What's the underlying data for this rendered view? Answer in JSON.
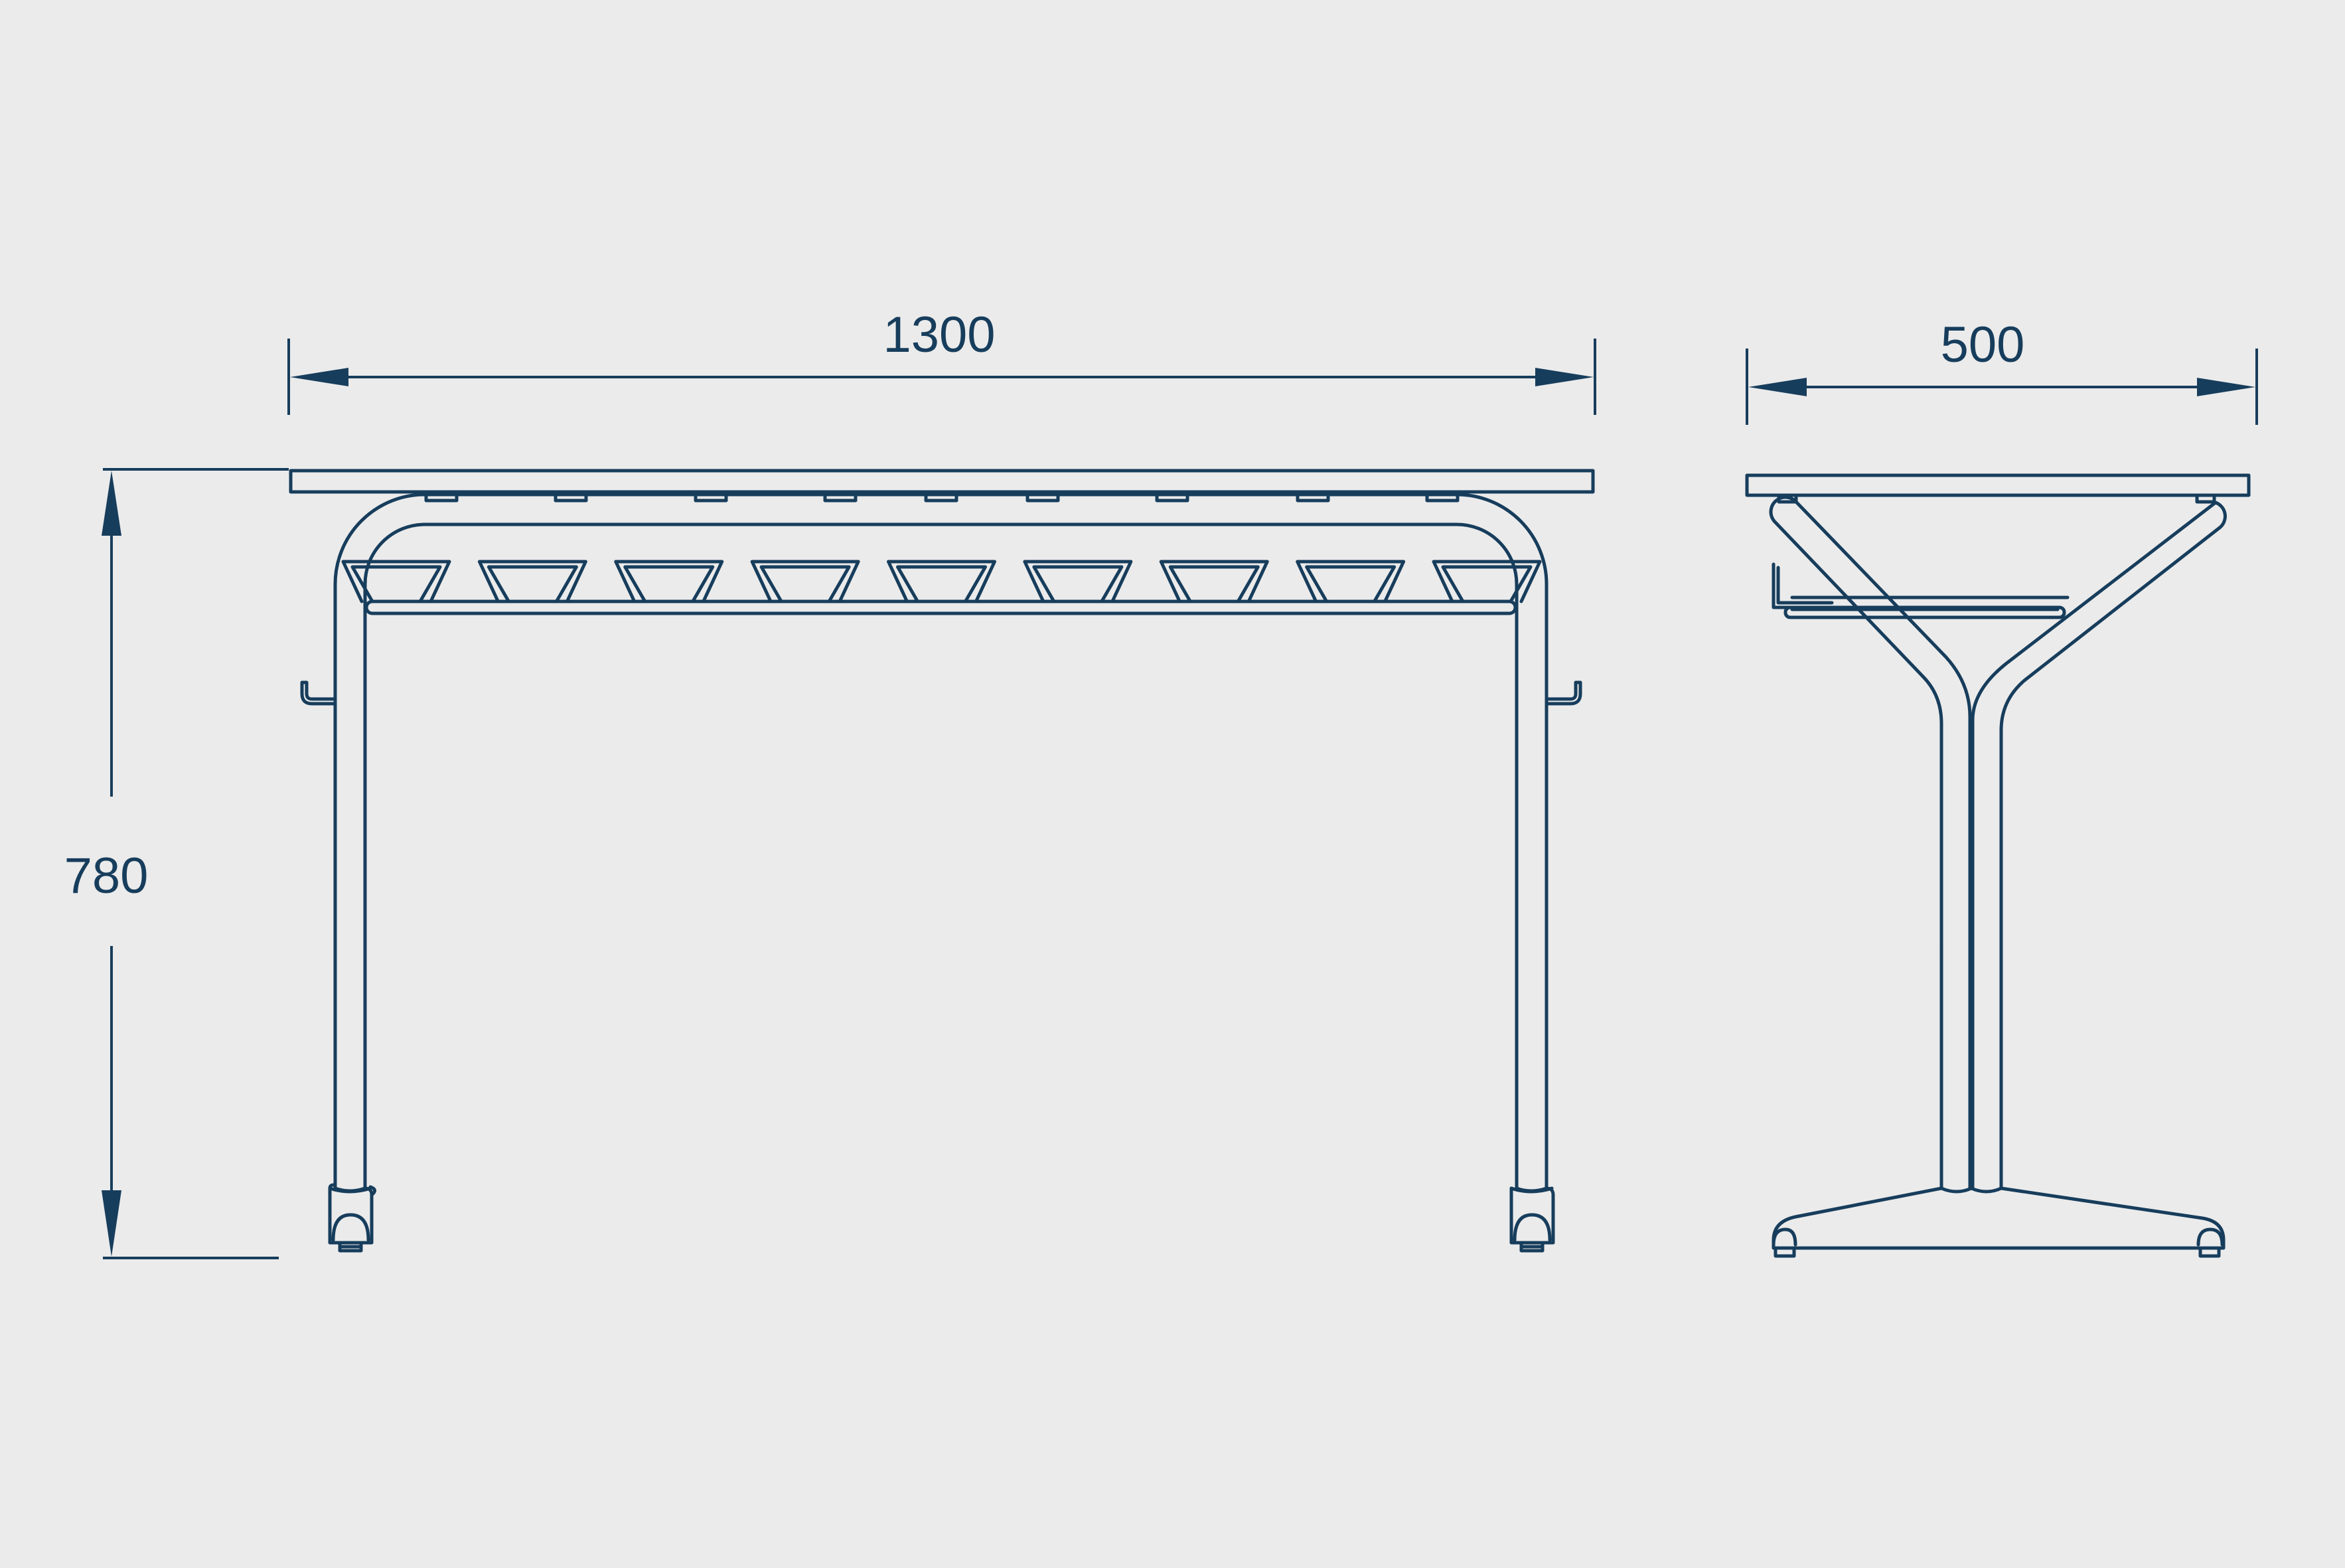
{
  "drawing": {
    "background_color": "#ebebeb",
    "line_color": "#173d5c",
    "front_view": {
      "width_label": "1300",
      "height_label": "780",
      "basket_count": 9
    },
    "side_view": {
      "depth_label": "500"
    }
  }
}
